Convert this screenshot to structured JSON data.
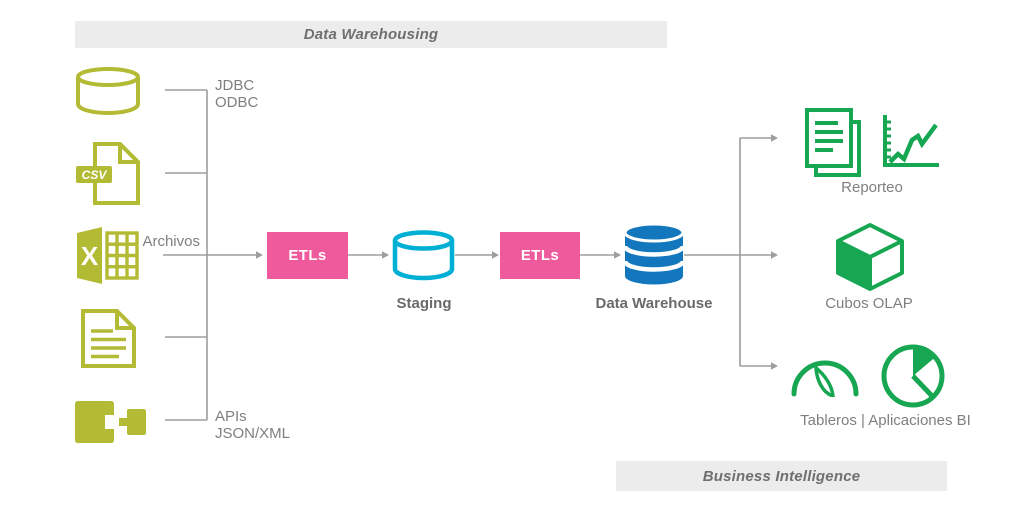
{
  "colors": {
    "olive": "#b3ba33",
    "pink": "#ee5a9b",
    "cyan": "#00afd4",
    "blue": "#1377bd",
    "green": "#17a651",
    "connector": "#9d9d9d",
    "label": "#7f7f7f",
    "label-bold": "#6a6a6a",
    "banner-bg": "#ececec",
    "banner-text": "#6f6f6f"
  },
  "banners": {
    "data_warehousing": "Data Warehousing",
    "business_intelligence": "Business Intelligence"
  },
  "sources": {
    "jdbc": "JDBC",
    "odbc": "ODBC",
    "archivos": "Archivos",
    "apis": "APIs",
    "json_xml": "JSON/XML",
    "csv_badge": "CSV",
    "excel_letter": "X"
  },
  "pipeline": {
    "etl1": "ETLs",
    "staging_label": "Staging",
    "etl2": "ETLs",
    "warehouse_label": "Data Warehouse"
  },
  "outputs": {
    "reporting": "Reporteo",
    "olap": "Cubos OLAP",
    "dashboards": "Tableros | Aplicaciones BI"
  }
}
